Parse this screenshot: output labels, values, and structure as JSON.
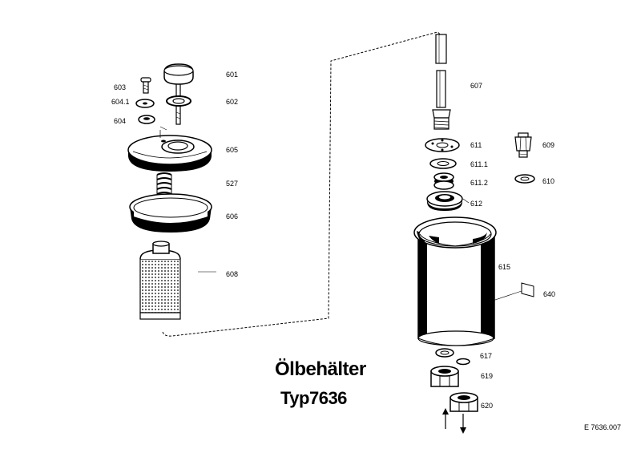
{
  "title": "Ölbehälter",
  "subtitle": "Typ7636",
  "doc_number": "E 7636.007",
  "parts": {
    "p601": "601",
    "p602": "602",
    "p603": "603",
    "p604_1": "604.1",
    "p604": "604",
    "p605": "605",
    "p527": "527",
    "p606": "606",
    "p608": "608",
    "p607": "607",
    "p611": "611",
    "p611_1": "611.1",
    "p611_2": "611.2",
    "p609": "609",
    "p610": "610",
    "p612": "612",
    "p615": "615",
    "p640": "640",
    "p617": "617",
    "p619": "619",
    "p620": "620"
  }
}
